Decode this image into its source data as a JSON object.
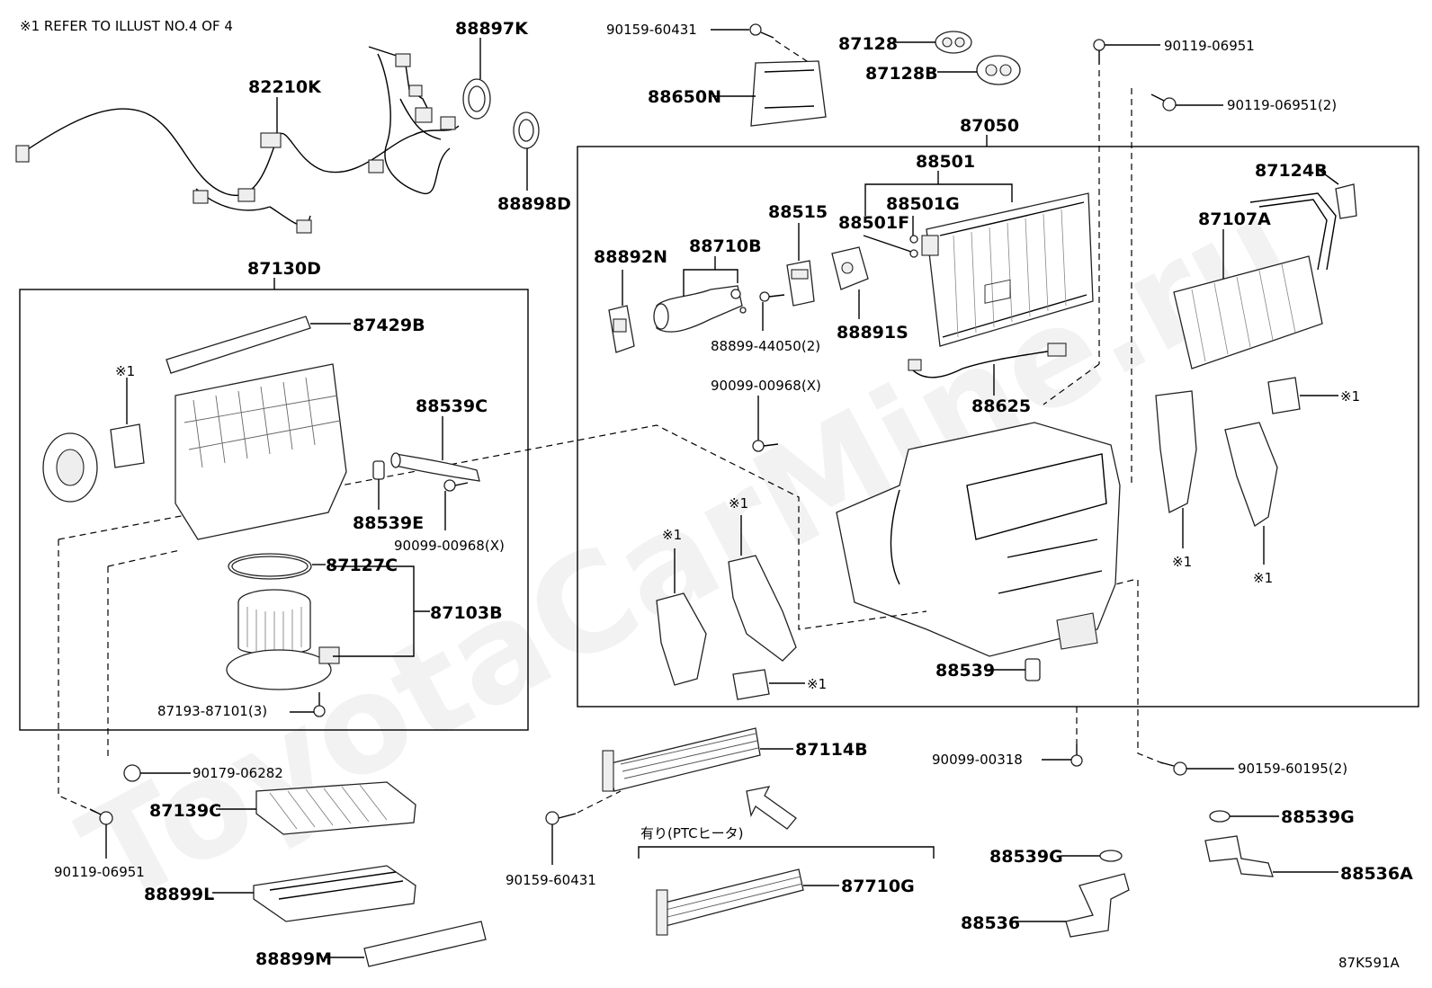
{
  "header": {
    "refer_note": "※1 REFER TO ILLUST NO.4 OF 4"
  },
  "watermark": "ToyotaCarMine.ru",
  "illustration_code": "87K591A",
  "groups": {
    "box_87050": "87050",
    "box_87130D": "87130D",
    "ptc_note": "有り(PTCヒータ)"
  },
  "parts": {
    "p88897K": "88897K",
    "p82210K": "82210K",
    "p88898D": "88898D",
    "p90159_60431_top": "90159-60431",
    "p88650N": "88650N",
    "p87128": "87128",
    "p87128B": "87128B",
    "p90119_06951_top": "90119-06951",
    "p90119_06951_2": "90119-06951(2)",
    "p88501": "88501",
    "p88501G": "88501G",
    "p88501F": "88501F",
    "p88515": "88515",
    "p88710B": "88710B",
    "p88892N": "88892N",
    "p88891S": "88891S",
    "p88899_44050": "88899-44050(2)",
    "p87124B": "87124B",
    "p87107A": "87107A",
    "p88625": "88625",
    "p90099_00968_mid": "90099-00968(X)",
    "p88539": "88539",
    "p87429B": "87429B",
    "p88539C": "88539C",
    "p88539E": "88539E",
    "p90099_00968_left": "90099-00968(X)",
    "p87127C": "87127C",
    "p87103B": "87103B",
    "p87193_87101": "87193-87101(3)",
    "p90179_06282": "90179-06282",
    "p87139C": "87139C",
    "p90119_06951_bottom": "90119-06951",
    "p88899L": "88899L",
    "p88899M": "88899M",
    "p87114B": "87114B",
    "p90159_60431_bottom": "90159-60431",
    "p87710G": "87710G",
    "p90099_00318": "90099-00318",
    "p90159_60195": "90159-60195(2)",
    "p88539G_right": "88539G",
    "p88539G_mid": "88539G",
    "p88536A": "88536A",
    "p88536": "88536"
  },
  "ref_mark": "※1"
}
